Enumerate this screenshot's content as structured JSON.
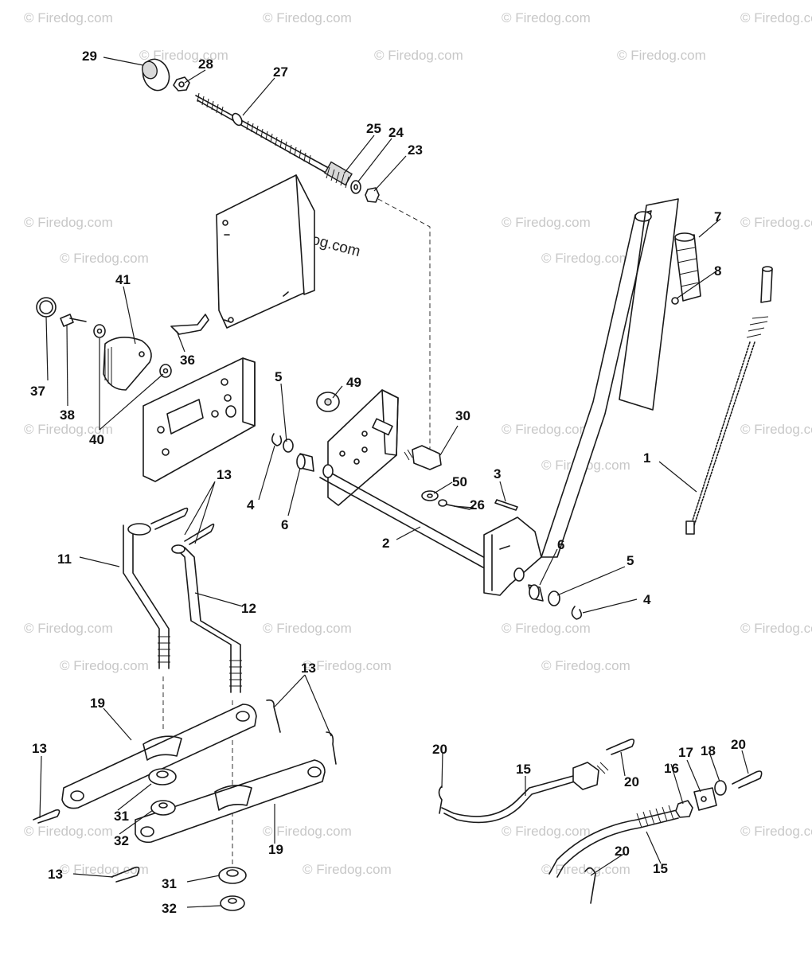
{
  "watermark": "© Firedog.com",
  "center_watermark": "© Firedog.com",
  "callouts": {
    "c1": "1",
    "c2": "2",
    "c3": "3",
    "c4a": "4",
    "c4b": "4",
    "c5a": "5",
    "c5b": "5",
    "c6a": "6",
    "c6b": "6",
    "c7": "7",
    "c8": "8",
    "c11": "11",
    "c12": "12",
    "c13a": "13",
    "c13b": "13",
    "c13c": "13",
    "c13d": "13",
    "c15a": "15",
    "c15b": "15",
    "c16": "16",
    "c17": "17",
    "c18": "18",
    "c19a": "19",
    "c19b": "19",
    "c20a": "20",
    "c20b": "20",
    "c20c": "20",
    "c20d": "20",
    "c23": "23",
    "c24": "24",
    "c25": "25",
    "c26": "26",
    "c27": "27",
    "c28": "28",
    "c29": "29",
    "c30": "30",
    "c31a": "31",
    "c31b": "31",
    "c32a": "32",
    "c32b": "32",
    "c36": "36",
    "c37": "37",
    "c38": "38",
    "c40": "40",
    "c41": "41",
    "c49": "49",
    "c50": "50"
  }
}
